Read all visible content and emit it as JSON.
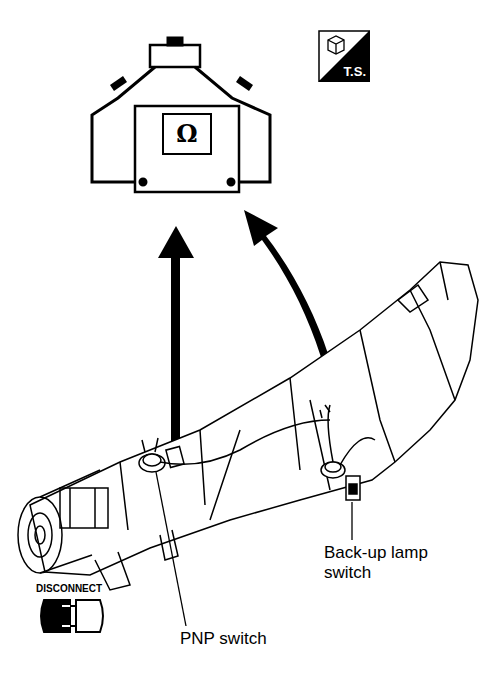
{
  "diagram": {
    "nodes": [
      {
        "text": [
          "Ω"
        ]
      },
      {
        "text": [
          "T.S."
        ]
      }
    ],
    "labels": [
      "DISCONNECT",
      "Back-up lamp switch",
      "PNP switch"
    ]
  }
}
